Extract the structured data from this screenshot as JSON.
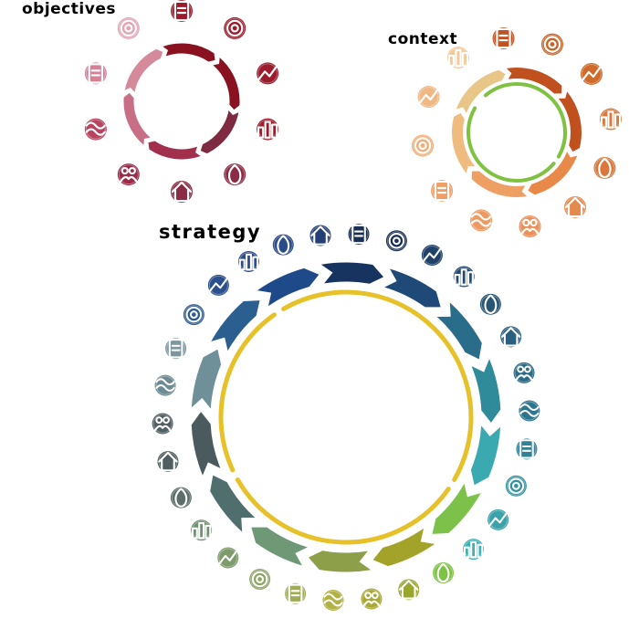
{
  "colors": {
    "objectives": "#8d1a2c",
    "context": "#cc6a2a",
    "strategy": "#1f3a66",
    "inner_ring_context": "#7fc241",
    "inner_ring_strategy": "#e7c12a"
  },
  "objectives": {
    "title": "objectives",
    "arc_colors": [
      "#8a1220",
      "#8a1220",
      "#7e2a40",
      "#a2304d",
      "#c86f86",
      "#d58a9c"
    ],
    "icons": [
      {
        "name": "document-list",
        "color": "#9b1c2c"
      },
      {
        "name": "chart-pen",
        "color": "#9b1c2c"
      },
      {
        "name": "hand-money",
        "color": "#9b1c2c"
      },
      {
        "name": "document-pen",
        "color": "#9b1c2c"
      },
      {
        "name": "buildings-chart",
        "color": "#8a2c44"
      },
      {
        "name": "people-group",
        "color": "#8a2c44"
      },
      {
        "name": "handshake",
        "color": "#9d2b47"
      },
      {
        "name": "no-sign",
        "color": "#b84560"
      },
      {
        "name": "target",
        "color": "#d77f95"
      },
      {
        "name": "heart-badge",
        "color": "#e4a4b4"
      }
    ]
  },
  "context": {
    "title": "context",
    "arc_colors": [
      "#c0501e",
      "#c0501e",
      "#e98949",
      "#eea064",
      "#efbb7e",
      "#e8c688"
    ],
    "icons": [
      {
        "name": "checklist-badge",
        "color": "#c05425"
      },
      {
        "name": "folder-check",
        "color": "#c86428"
      },
      {
        "name": "hands-heart",
        "color": "#d06a2a"
      },
      {
        "name": "people-network",
        "color": "#d9783a"
      },
      {
        "name": "buildings",
        "color": "#d9783a"
      },
      {
        "name": "transit-bus",
        "color": "#e58a4f"
      },
      {
        "name": "bicycle",
        "color": "#ea9058"
      },
      {
        "name": "wind-turbine",
        "color": "#ec9a62"
      },
      {
        "name": "face-talk",
        "color": "#ee9f68"
      },
      {
        "name": "water-drops",
        "color": "#f0ae78"
      },
      {
        "name": "document-stack",
        "color": "#f0b884"
      },
      {
        "name": "map-pin",
        "color": "#f3c896"
      }
    ]
  },
  "strategy": {
    "title": "strategy",
    "arc_colors": [
      "#173460",
      "#1f4a78",
      "#2a6d8a",
      "#2f8a9a",
      "#3aa9b0",
      "#7cc24a",
      "#a3a32a",
      "#8e9f4a",
      "#6f9877",
      "#516e6e",
      "#4a5a5e",
      "#6f8f99",
      "#2b5f8f",
      "#1e4a8a"
    ],
    "icons": [
      {
        "name": "smartphone-app",
        "color": "#1b2f55"
      },
      {
        "name": "solar-panel",
        "color": "#1b2f55"
      },
      {
        "name": "thermometer",
        "color": "#1f4168"
      },
      {
        "name": "building-grid",
        "color": "#234a70"
      },
      {
        "name": "gauge",
        "color": "#275576"
      },
      {
        "name": "satellite",
        "color": "#2a5f7e"
      },
      {
        "name": "calculator-chart",
        "color": "#2c6a86"
      },
      {
        "name": "power-tower",
        "color": "#2d7690"
      },
      {
        "name": "sea-wave",
        "color": "#2f8398"
      },
      {
        "name": "plant-water",
        "color": "#3492a0"
      },
      {
        "name": "flood-sign",
        "color": "#3aa2a8"
      },
      {
        "name": "water-system",
        "color": "#3eb0b0"
      },
      {
        "name": "sprout-hand",
        "color": "#7cc243"
      },
      {
        "name": "hand-globe",
        "color": "#9aa52c"
      },
      {
        "name": "leaf-circle",
        "color": "#a7a934"
      },
      {
        "name": "paper-plant",
        "color": "#b2b143"
      },
      {
        "name": "hand-map",
        "color": "#a0ab58"
      },
      {
        "name": "building-tree",
        "color": "#8ea465"
      },
      {
        "name": "recycle-factory",
        "color": "#7e9b6c"
      },
      {
        "name": "tree-roots",
        "color": "#6f9171"
      },
      {
        "name": "gear-network",
        "color": "#5c6e69"
      },
      {
        "name": "wind-building",
        "color": "#4f5e60"
      },
      {
        "name": "chart-pool",
        "color": "#515e62"
      },
      {
        "name": "monitor-leaf",
        "color": "#6c8b93"
      },
      {
        "name": "recycle-arrows",
        "color": "#7a97a0"
      },
      {
        "name": "people-meeting",
        "color": "#2b5d93"
      },
      {
        "name": "sliders-control",
        "color": "#2a4f8c"
      },
      {
        "name": "dashed-circle",
        "color": "#2c4a8a"
      },
      {
        "name": "wind-lines",
        "color": "#2a4a88"
      },
      {
        "name": "map-image",
        "color": "#243e77"
      }
    ]
  }
}
